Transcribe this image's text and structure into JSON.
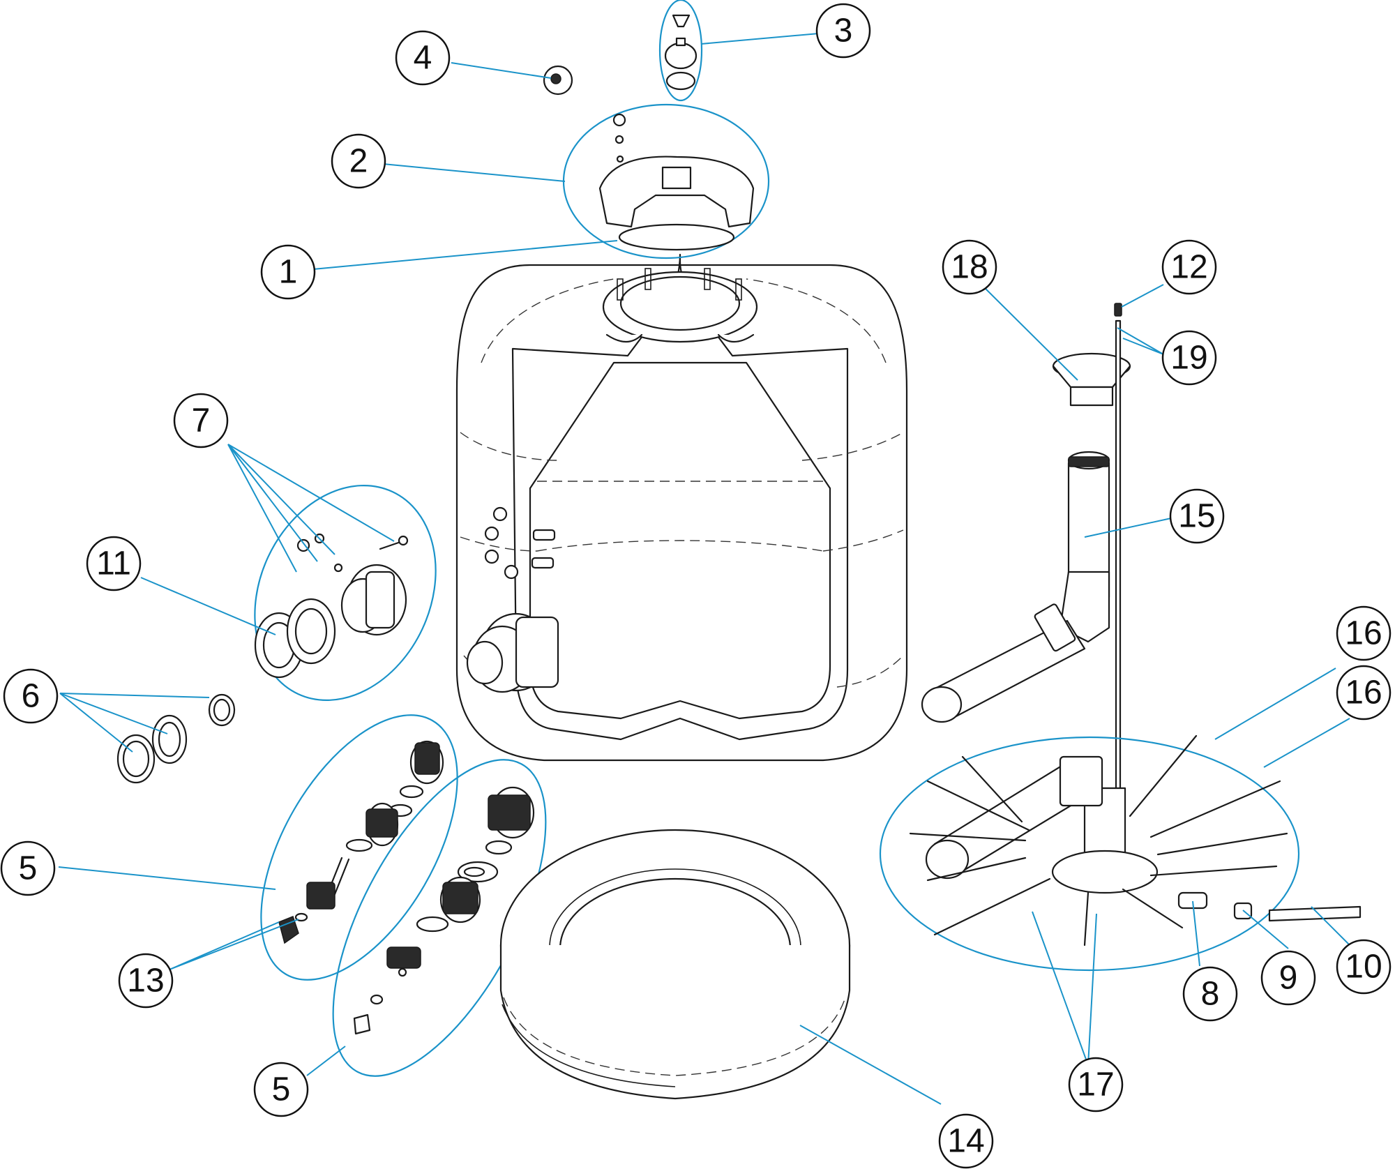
{
  "diagram": {
    "accent_color": "#1a93c9",
    "line_color": "#1a1a1a",
    "callouts": [
      "1",
      "2",
      "3",
      "4",
      "5",
      "5",
      "6",
      "7",
      "8",
      "9",
      "10",
      "11",
      "12",
      "13",
      "14",
      "15",
      "16",
      "16",
      "17",
      "18",
      "19"
    ]
  }
}
